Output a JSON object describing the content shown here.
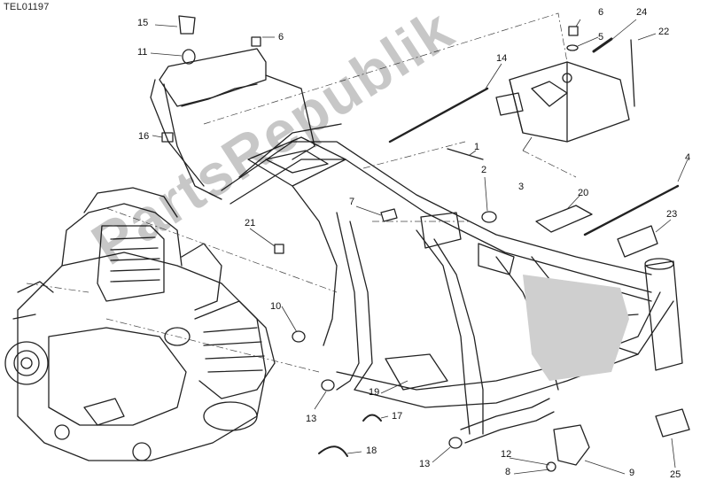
{
  "drawing_code": "TEL01197",
  "watermark": "PartsRepublik",
  "callouts": {
    "c1": "1",
    "c2": "2",
    "c3": "3",
    "c4": "4",
    "c5": "5",
    "c6a": "6",
    "c6b": "6",
    "c7": "7",
    "c8": "8",
    "c9": "9",
    "c10": "10",
    "c11": "11",
    "c12": "12",
    "c13a": "13",
    "c13b": "13",
    "c14": "14",
    "c15": "15",
    "c16": "16",
    "c17": "17",
    "c18": "18",
    "c19": "19",
    "c20": "20",
    "c21": "21",
    "c22": "22",
    "c23": "23",
    "c24": "24",
    "c25": "25"
  }
}
